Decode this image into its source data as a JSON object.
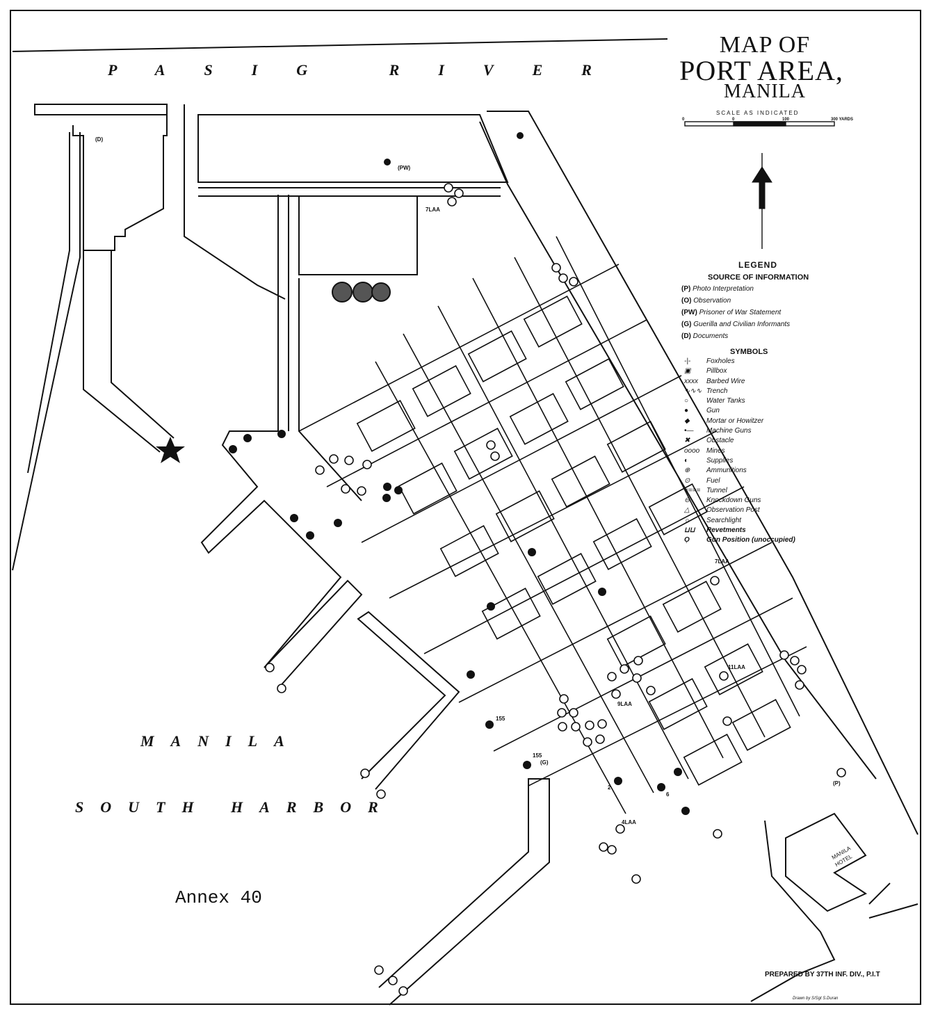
{
  "title": {
    "line1": "MAP OF",
    "line2": "PORT AREA,",
    "line3": "MANILA"
  },
  "scale": {
    "label": "SCALE AS INDICATED",
    "ticks": [
      "0",
      "0",
      "100",
      "300 YARDS"
    ]
  },
  "water_labels": {
    "river": "PASIG RIVER",
    "harbor_line1": "MANILA",
    "harbor_line2": "SOUTH HARBOR"
  },
  "legend": {
    "heading": "LEGEND",
    "source_heading": "SOURCE OF INFORMATION",
    "sources": [
      {
        "code": "(P)",
        "label": "Photo Interpretation"
      },
      {
        "code": "(O)",
        "label": "Observation"
      },
      {
        "code": "(PW)",
        "label": "Prisoner of War Statement"
      },
      {
        "code": "(G)",
        "label": "Guerilla and Civilian Informants"
      },
      {
        "code": "(D)",
        "label": "Documents"
      }
    ],
    "symbols_heading": "SYMBOLS",
    "symbols": [
      {
        "icon": "foxhole-icon",
        "label": "Foxholes"
      },
      {
        "icon": "pillbox-icon",
        "label": "Pillbox"
      },
      {
        "icon": "barbed-wire-icon",
        "label": "Barbed Wire"
      },
      {
        "icon": "trench-icon",
        "label": "Trench"
      },
      {
        "icon": "water-tank-icon",
        "label": "Water Tanks"
      },
      {
        "icon": "gun-icon",
        "label": "Gun"
      },
      {
        "icon": "mortar-icon",
        "label": "Mortar or Howitzer"
      },
      {
        "icon": "machine-gun-icon",
        "label": "Machine Guns"
      },
      {
        "icon": "obstacle-icon",
        "label": "Obstacle"
      },
      {
        "icon": "mines-icon",
        "label": "Mines"
      },
      {
        "icon": "supplies-icon",
        "label": "Supplies"
      },
      {
        "icon": "ammunition-icon",
        "label": "Ammunitions"
      },
      {
        "icon": "fuel-icon",
        "label": "Fuel"
      },
      {
        "icon": "tunnel-icon",
        "label": "Tunnel"
      },
      {
        "icon": "knockdown-gun-icon",
        "label": "Knockdown Guns"
      },
      {
        "icon": "observation-post-icon",
        "label": "Observation Post"
      },
      {
        "icon": "searchlight-icon",
        "label": "Searchlight"
      },
      {
        "icon": "revetment-icon",
        "label": "Revetments"
      },
      {
        "icon": "gun-position-icon",
        "label": "Gun Position (unoccupied)"
      }
    ]
  },
  "places": {
    "hotel_line1": "MANILA",
    "hotel_line2": "HOTEL"
  },
  "credits": {
    "prepared": "PREPARED BY 37TH INF. DIV., P.I.T",
    "drawn": "Drawn by S/Sgt S.Duran"
  },
  "annex": "Annex 40",
  "position_labels": [
    "7LAA",
    "4LAA",
    "7LAA",
    "9LAA",
    "11LAA",
    "155",
    "155",
    "(P)",
    "(G)",
    "(D)",
    "(PW)",
    "2",
    "6"
  ]
}
